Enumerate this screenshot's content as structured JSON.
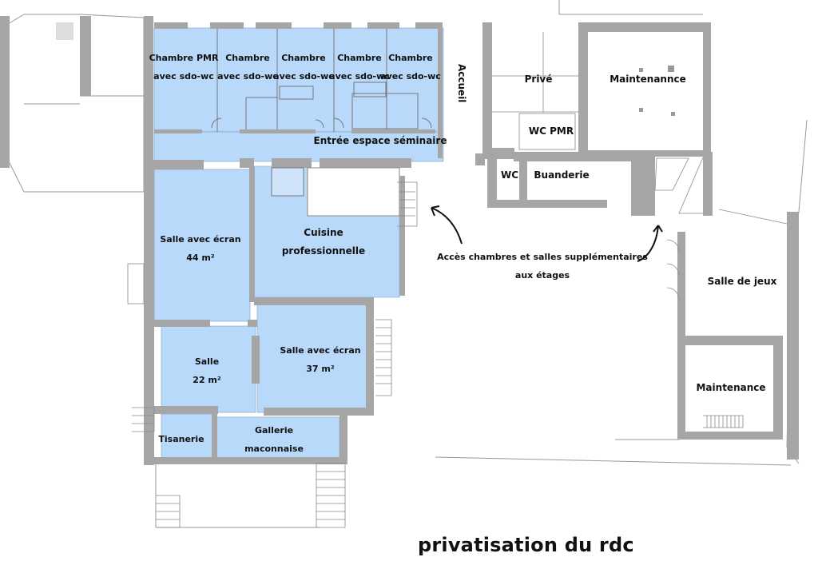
{
  "title": "privatisation du rdc",
  "colors": {
    "room_fill": "#b9d9fb",
    "wall": "#a6a6a6",
    "line": "#888888"
  },
  "rooms": {
    "chambre_pmr": [
      "Chambre PMR",
      "avec sdo-wc"
    ],
    "chambre_2": [
      "Chambre",
      "avec sdo-wc"
    ],
    "chambre_3": [
      "Chambre",
      "avec sdo-wc"
    ],
    "chambre_4": [
      "Chambre",
      "avec sdo-wc"
    ],
    "chambre_5": [
      "Chambre",
      "avec sdo-wc"
    ],
    "accueil": "Accueil",
    "entree": "Entrée espace séminaire",
    "prive": "Privé",
    "maintenance_top": "Maintenannce",
    "wc_pmr": "WC PMR",
    "wc": "WC",
    "buanderie": "Buanderie",
    "salle_44": [
      "Salle avec écran",
      "44 m²"
    ],
    "cuisine": [
      "Cuisine",
      "professionnelle"
    ],
    "salle_22": [
      "Salle",
      "22 m²"
    ],
    "salle_37": [
      "Salle avec écran",
      "37 m²"
    ],
    "tisanerie": "Tisanerie",
    "gallerie": [
      "Gallerie",
      "maconnaise"
    ],
    "salle_jeux": "Salle de jeux",
    "maintenance_bottom": "Maintenance"
  },
  "annotation": [
    "Accès chambres et salles supplémentaires",
    "aux étages"
  ]
}
